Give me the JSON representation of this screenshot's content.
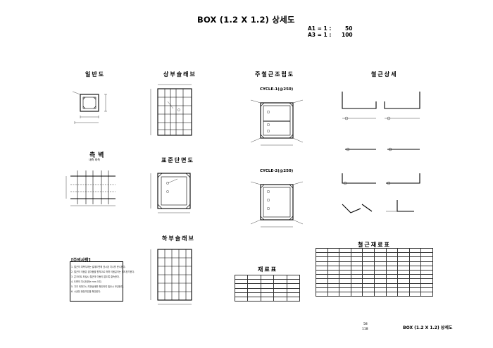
{
  "drawing": {
    "title": "BOX (1.2 X 1.2) 상세도",
    "scale_a1_label": "A1 = 1 :",
    "scale_a1_value": "50",
    "scale_a3_label": "A3 = 1 :",
    "scale_a3_value": "100"
  },
  "sections": {
    "general": "일반도",
    "top_slab": "상부슬래브",
    "main_rebar_assembly": "주철근조립도",
    "rebar_detail": "철근상세",
    "side_wall": "측벽",
    "standard_section": "표준단면도",
    "bottom_slab": "하부슬래브",
    "material_table": "재료표",
    "rebar_material_table": "철근재료표"
  },
  "labels": {
    "side_wall_sub": "내측  외측",
    "cycle1": "CYCLE-1(@250)",
    "cycle2": "CYCLE-2(@250)",
    "notes_title": "[주의사항]"
  },
  "notes": [
    "1. 철근의 피복두께는 설계도면에 표시된 치수를 준수한다.",
    "2. 철근의 이음은 겹이음을 원칙으로 하며 이음길이는 별도표기한다.",
    "3. 콘크리트 타설시 철근의 이동이 없도록 결속한다.",
    "4. 도면의 치수단위는 mm 이다.",
    "5. 기초 터파기시 지반상태를 확인하여 필요시 보강한다.",
    "6. 시공전 현장여건을 확인한다."
  ],
  "sheet": {
    "number": "58",
    "sub": "118",
    "name": "BOX (1.2 X 1.2) 상세도"
  }
}
